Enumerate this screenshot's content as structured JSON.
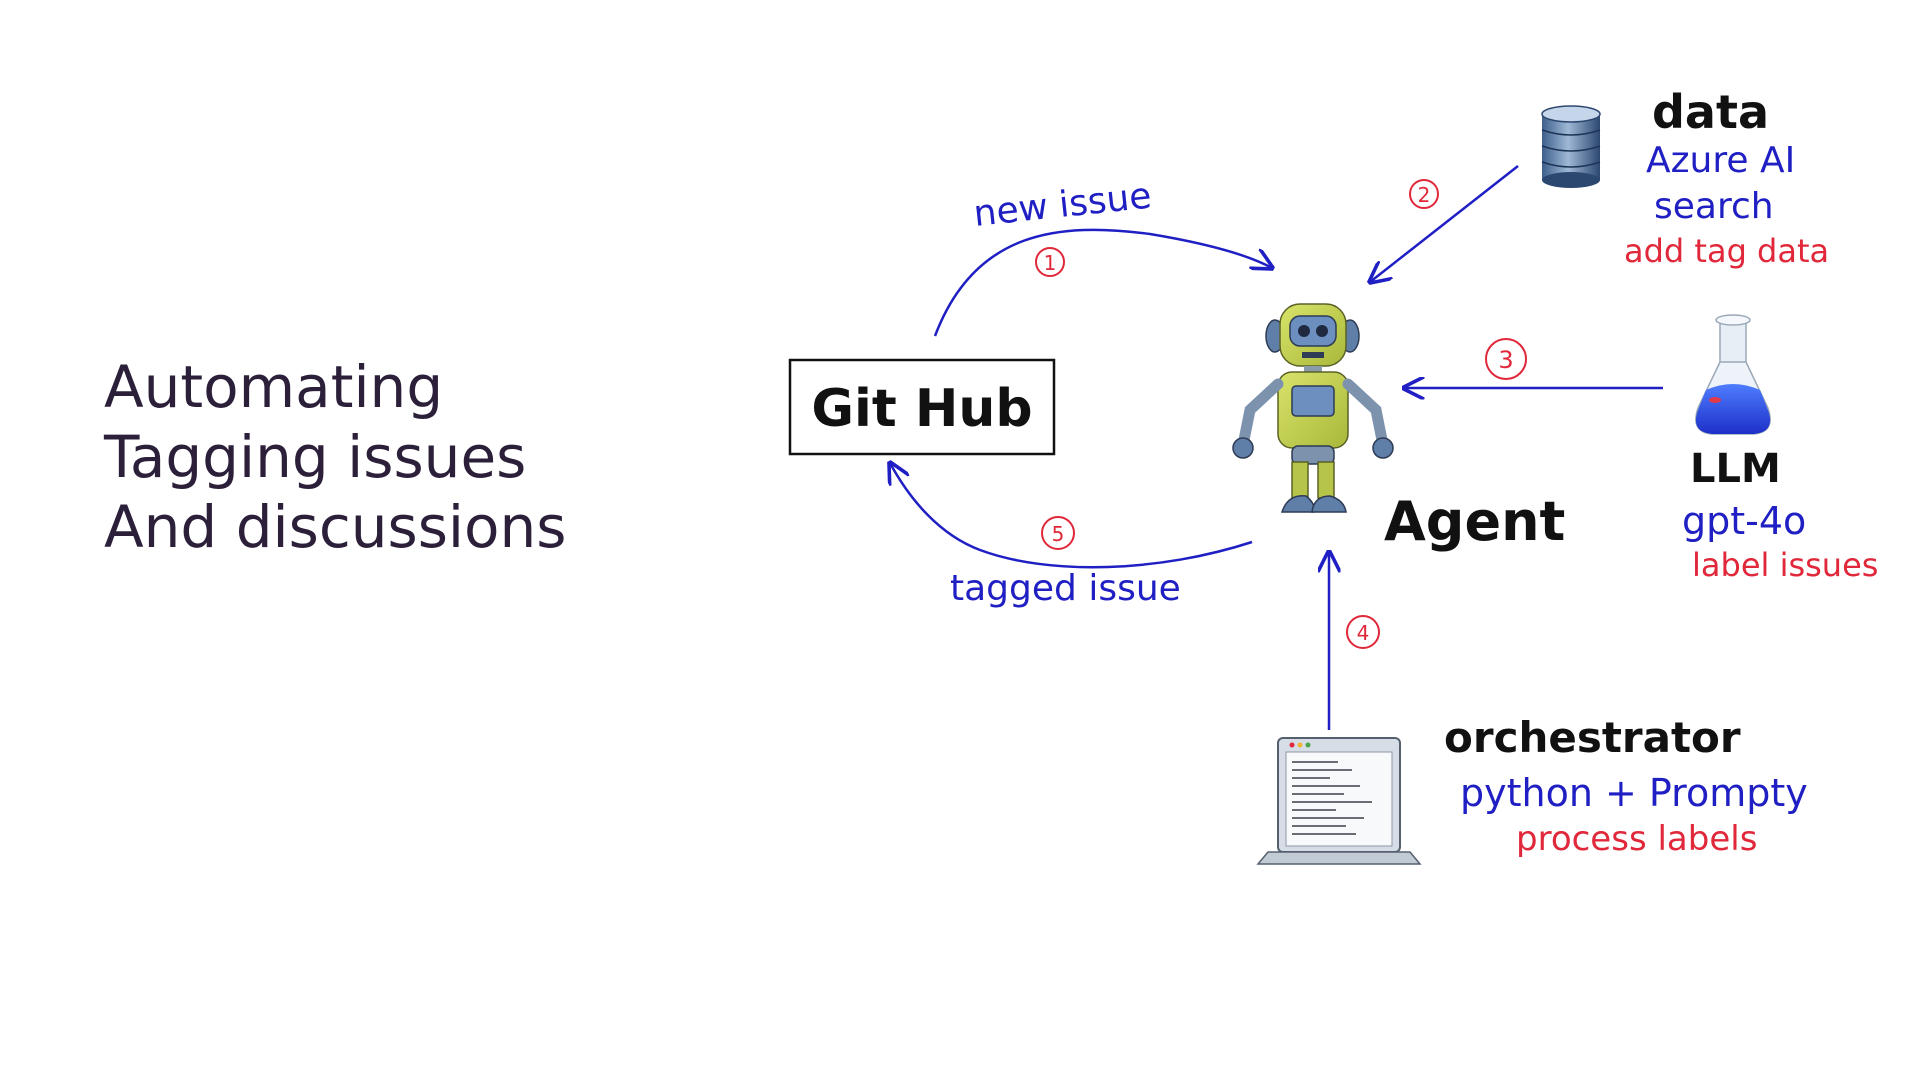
{
  "title_lines": [
    "Automating",
    "Tagging issues",
    "And discussions"
  ],
  "github": {
    "label": "Git Hub"
  },
  "agent": {
    "label": "Agent"
  },
  "data_node": {
    "title": "data",
    "line1": "Azure AI",
    "line2": "search",
    "action": "add tag data"
  },
  "llm_node": {
    "title": "LLM",
    "model": "gpt-4o",
    "action": "label issues"
  },
  "orchestrator_node": {
    "title": "orchestrator",
    "tech": "python + Prompty",
    "action": "process labels"
  },
  "edges": {
    "new_issue": {
      "label": "new issue",
      "step": "1"
    },
    "data_to_agent": {
      "step": "2"
    },
    "llm_to_agent": {
      "step": "3"
    },
    "orch_to_agent": {
      "step": "4"
    },
    "tagged_issue": {
      "label": "tagged issue",
      "step": "5"
    }
  },
  "colors": {
    "title": "#2b1f3a",
    "arrow": "#1f1fc4",
    "step": "#e0283a",
    "ink": "#111111"
  }
}
